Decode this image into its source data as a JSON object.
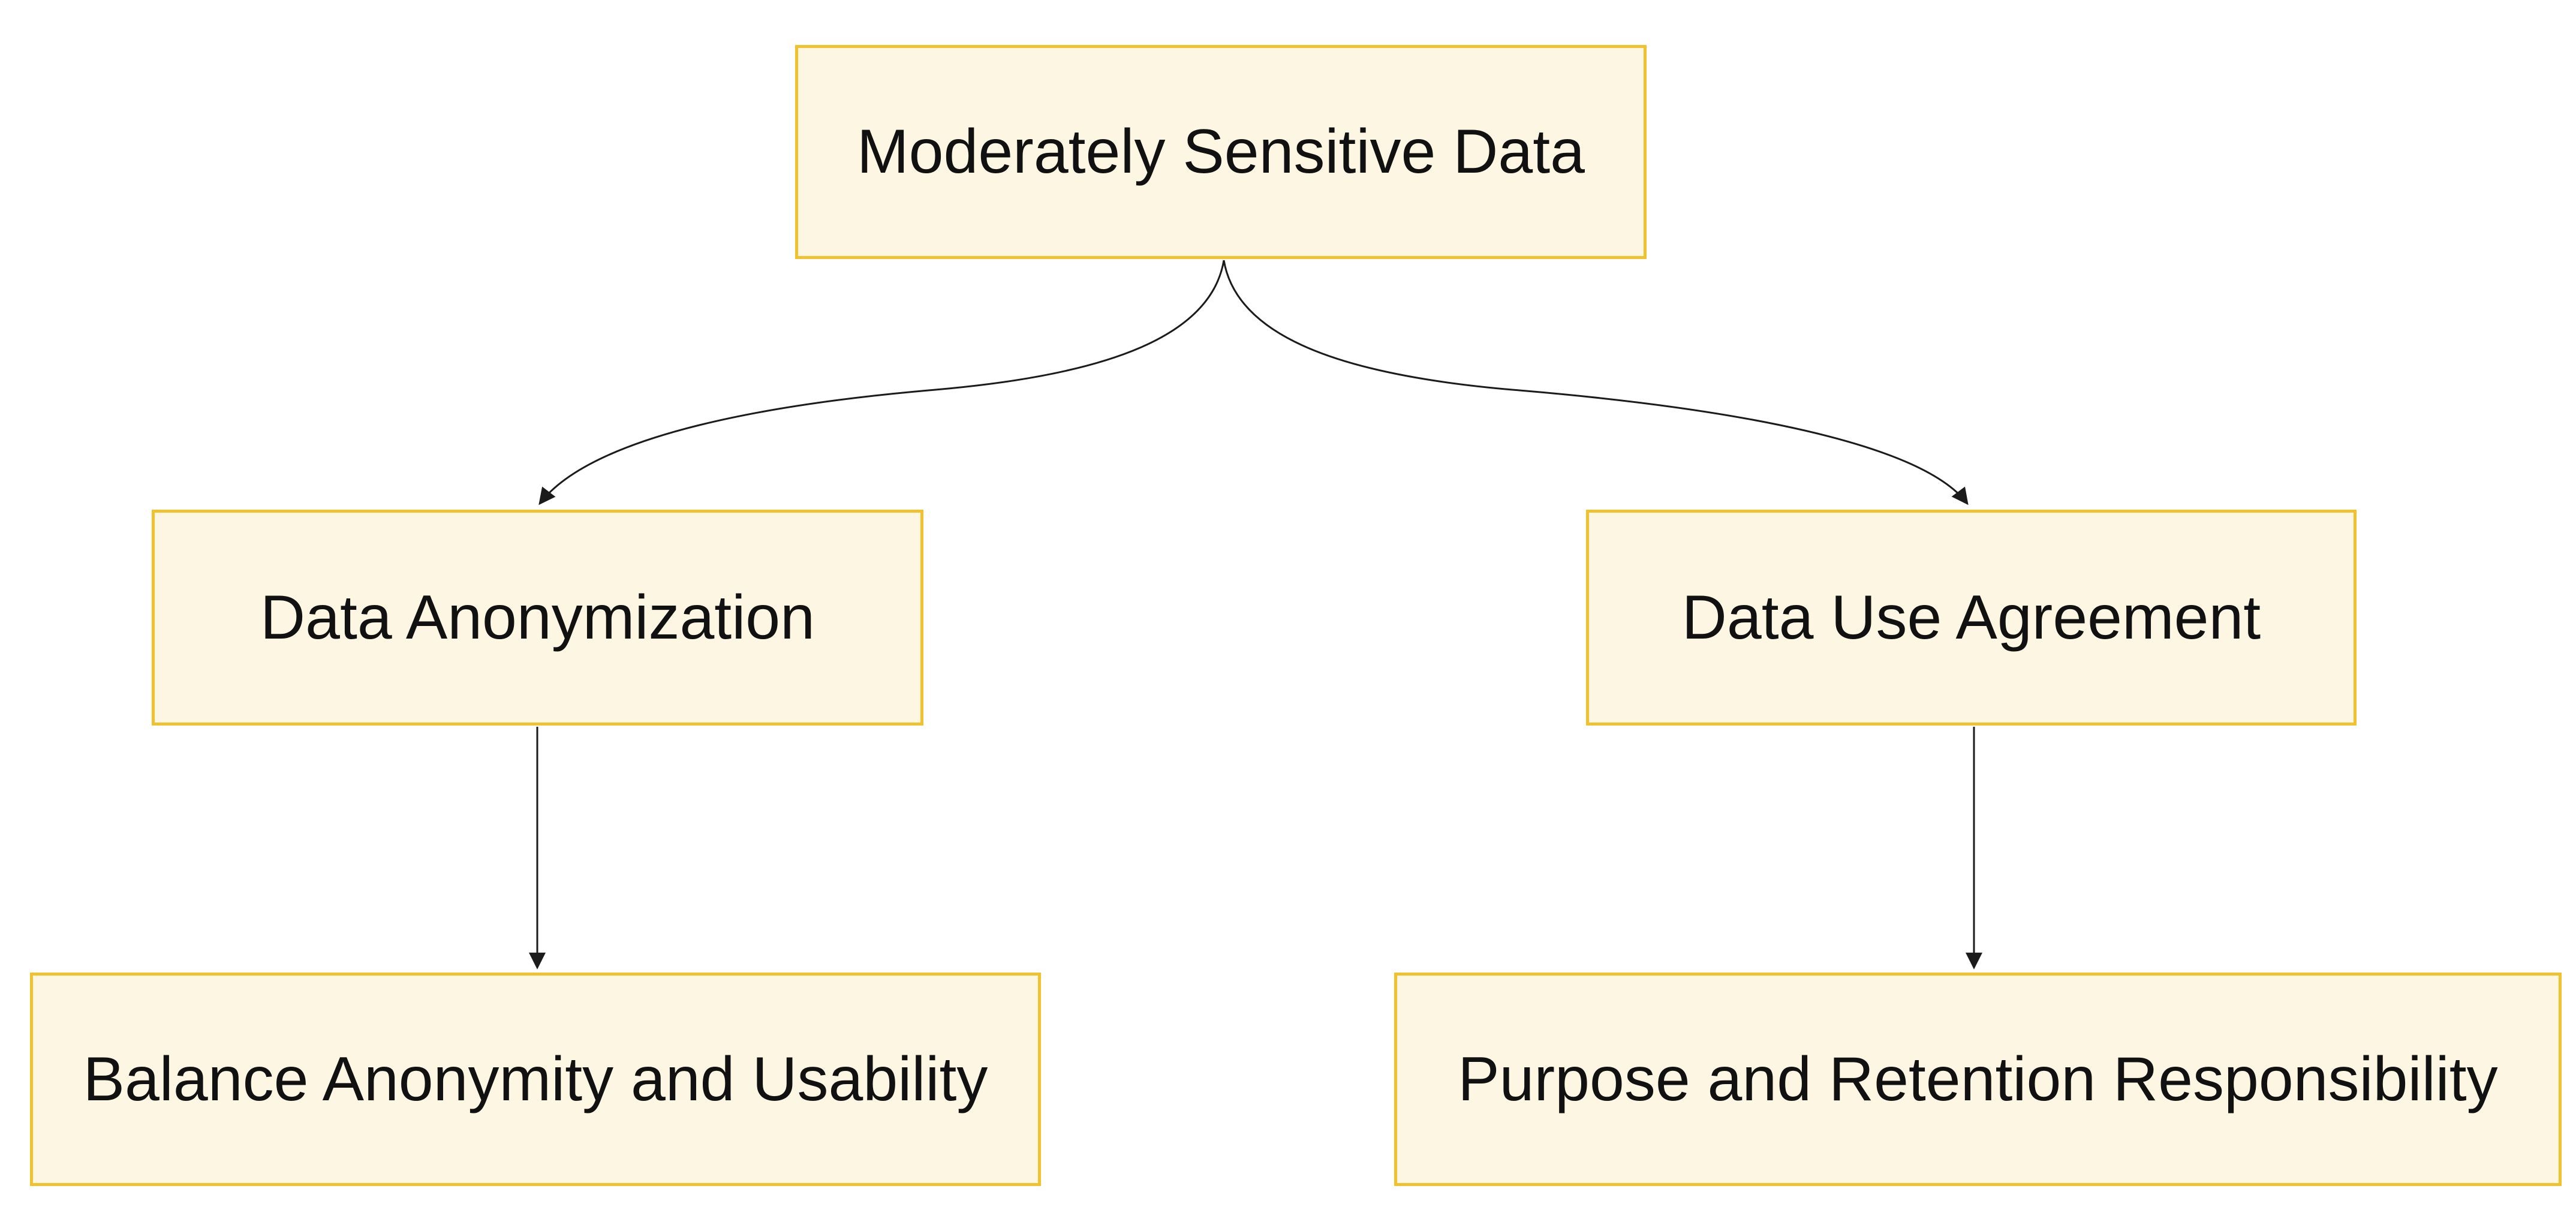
{
  "diagram": {
    "type": "flowchart",
    "direction": "top-down",
    "background": "#ffffff",
    "colors": {
      "node_fill": "#fdf6e3",
      "node_border": "#f2c12e",
      "edge_stroke": "#1b1b1b",
      "text": "#111111"
    },
    "nodes": [
      {
        "id": "root",
        "label": "Moderately Sensitive Data"
      },
      {
        "id": "anon",
        "label": "Data Anonymization"
      },
      {
        "id": "dua",
        "label": "Data Use Agreement"
      },
      {
        "id": "balance",
        "label": "Balance Anonymity and Usability"
      },
      {
        "id": "purpose",
        "label": "Purpose and Retention Responsibility"
      }
    ],
    "edges": [
      {
        "from": "Moderately Sensitive Data",
        "to": "Data Anonymization",
        "style": "curved"
      },
      {
        "from": "Moderately Sensitive Data",
        "to": "Data Use Agreement",
        "style": "curved"
      },
      {
        "from": "Data Anonymization",
        "to": "Balance Anonymity and Usability",
        "style": "straight"
      },
      {
        "from": "Data Use Agreement",
        "to": "Purpose and Retention Responsibility",
        "style": "straight"
      }
    ]
  }
}
